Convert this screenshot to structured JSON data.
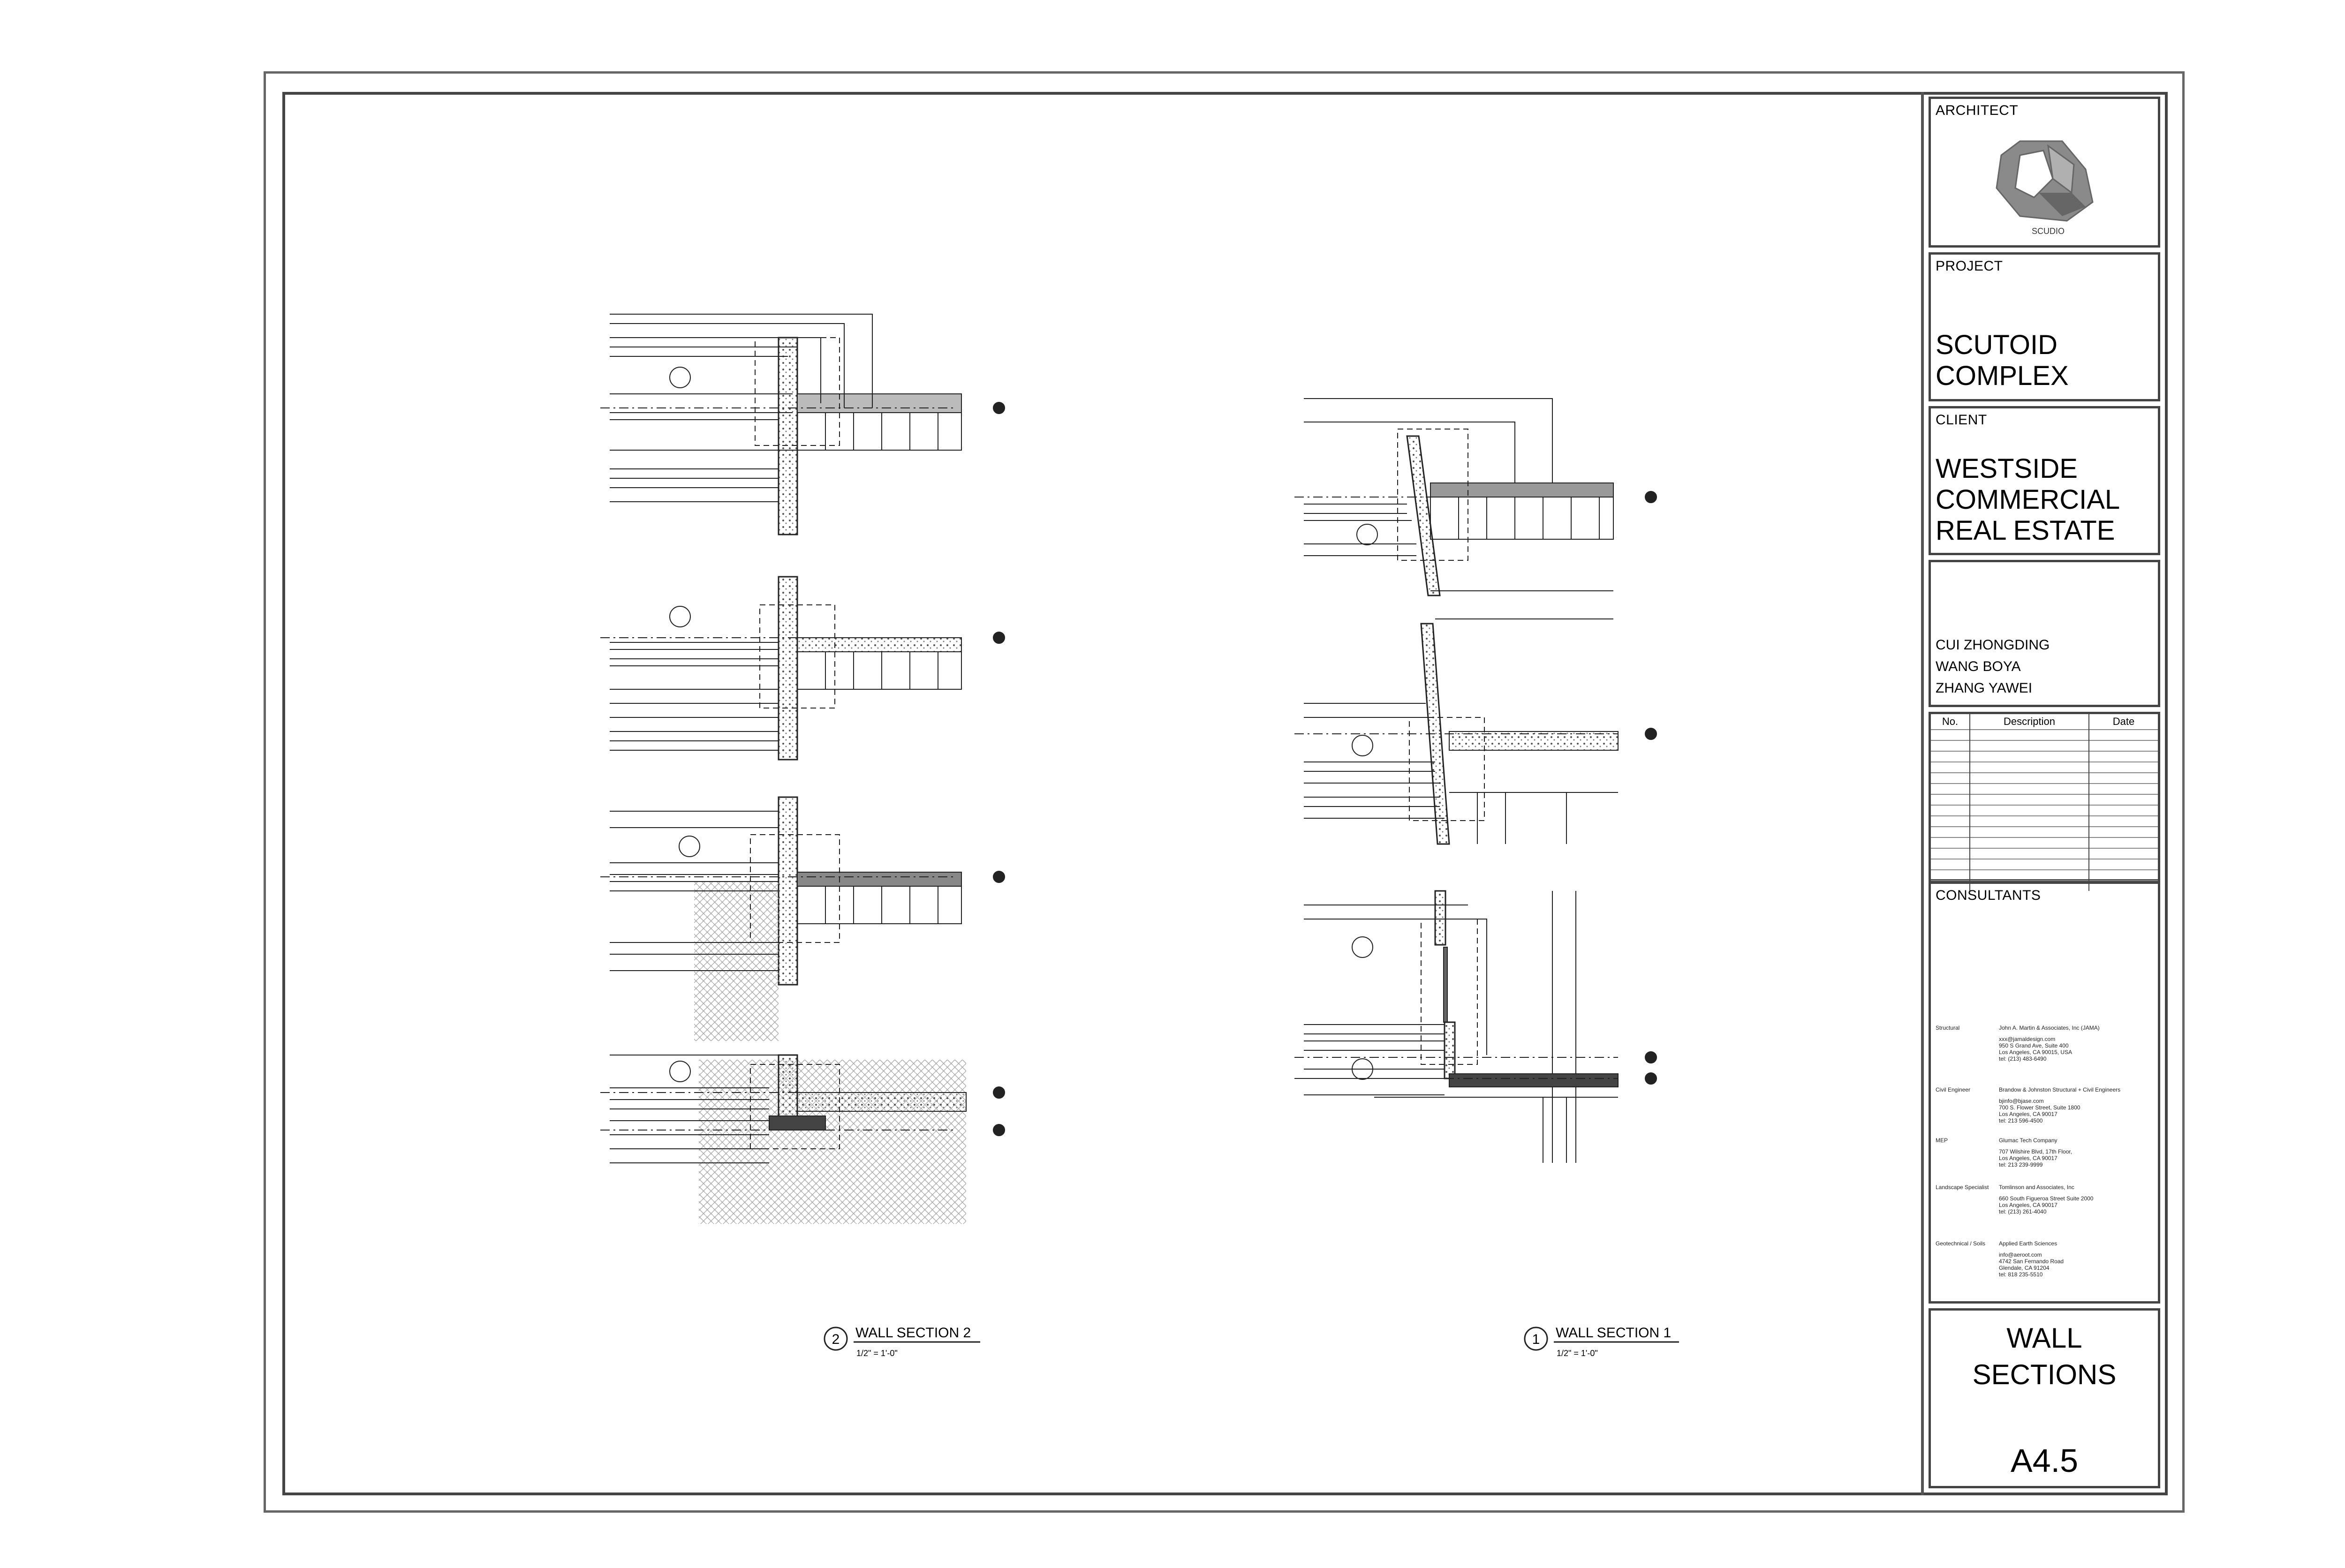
{
  "title_block": {
    "architect_label": "ARCHITECT",
    "logo_text": "SCUDIO",
    "project_label": "PROJECT",
    "project_name_line1": "SCUTOID",
    "project_name_line2": "COMPLEX",
    "client_label": "CLIENT",
    "client_name_line1": "WESTSIDE",
    "client_name_line2": "COMMERCIAL",
    "client_name_line3": "REAL ESTATE",
    "team": [
      "CUI ZHONGDING",
      "WANG BOYA",
      "ZHANG YAWEI"
    ],
    "revision_headers": {
      "no": "No.",
      "description": "Description",
      "date": "Date"
    },
    "consultants_label": "CONSULTANTS",
    "consultants": [
      {
        "role": "Structural",
        "lines": [
          "John A. Martin & Associates, Inc (JAMA)",
          "",
          "xxx@jamaldesign.com",
          "950 S Grand Ave, Suite 400",
          "Los Angeles, CA 90015, USA",
          "tel: (213) 483-6490"
        ]
      },
      {
        "role": "Civil Engineer",
        "lines": [
          "Brandow & Johnston Structural + Civil Engineers",
          "",
          "bjinfo@bjase.com",
          "700 S. Flower Street, Suite 1800",
          "Los Angeles, CA 90017",
          "tel: 213 596-4500"
        ]
      },
      {
        "role": "MEP",
        "lines": [
          "Glumac Tech Company",
          "",
          "707 Wilshire Blvd, 17th Floor,",
          "Los Angeles, CA 90017",
          "tel: 213 239-9999"
        ]
      },
      {
        "role": "Landscape Specialist",
        "lines": [
          "Tomlinson and Associates, Inc",
          "",
          "660 South Figueroa Street Suite 2000",
          "Los Angeles, CA 90017",
          "tel: (213) 261-4040"
        ]
      },
      {
        "role": "Geotechnical / Soils",
        "lines": [
          "Applied Earth Sciences",
          "",
          "info@aeroot.com",
          "4742 San Fernando Road",
          "Glendale, CA 91204",
          "tel: 818 235-5510"
        ]
      }
    ],
    "sheet_title_line1": "WALL",
    "sheet_title_line2": "SECTIONS",
    "sheet_number": "A4.5"
  },
  "drawings": [
    {
      "number": "2",
      "title": "WALL SECTION 2",
      "scale": "1/2\" = 1'-0\""
    },
    {
      "number": "1",
      "title": "WALL SECTION 1",
      "scale": "1/2\" = 1'-0\""
    }
  ]
}
